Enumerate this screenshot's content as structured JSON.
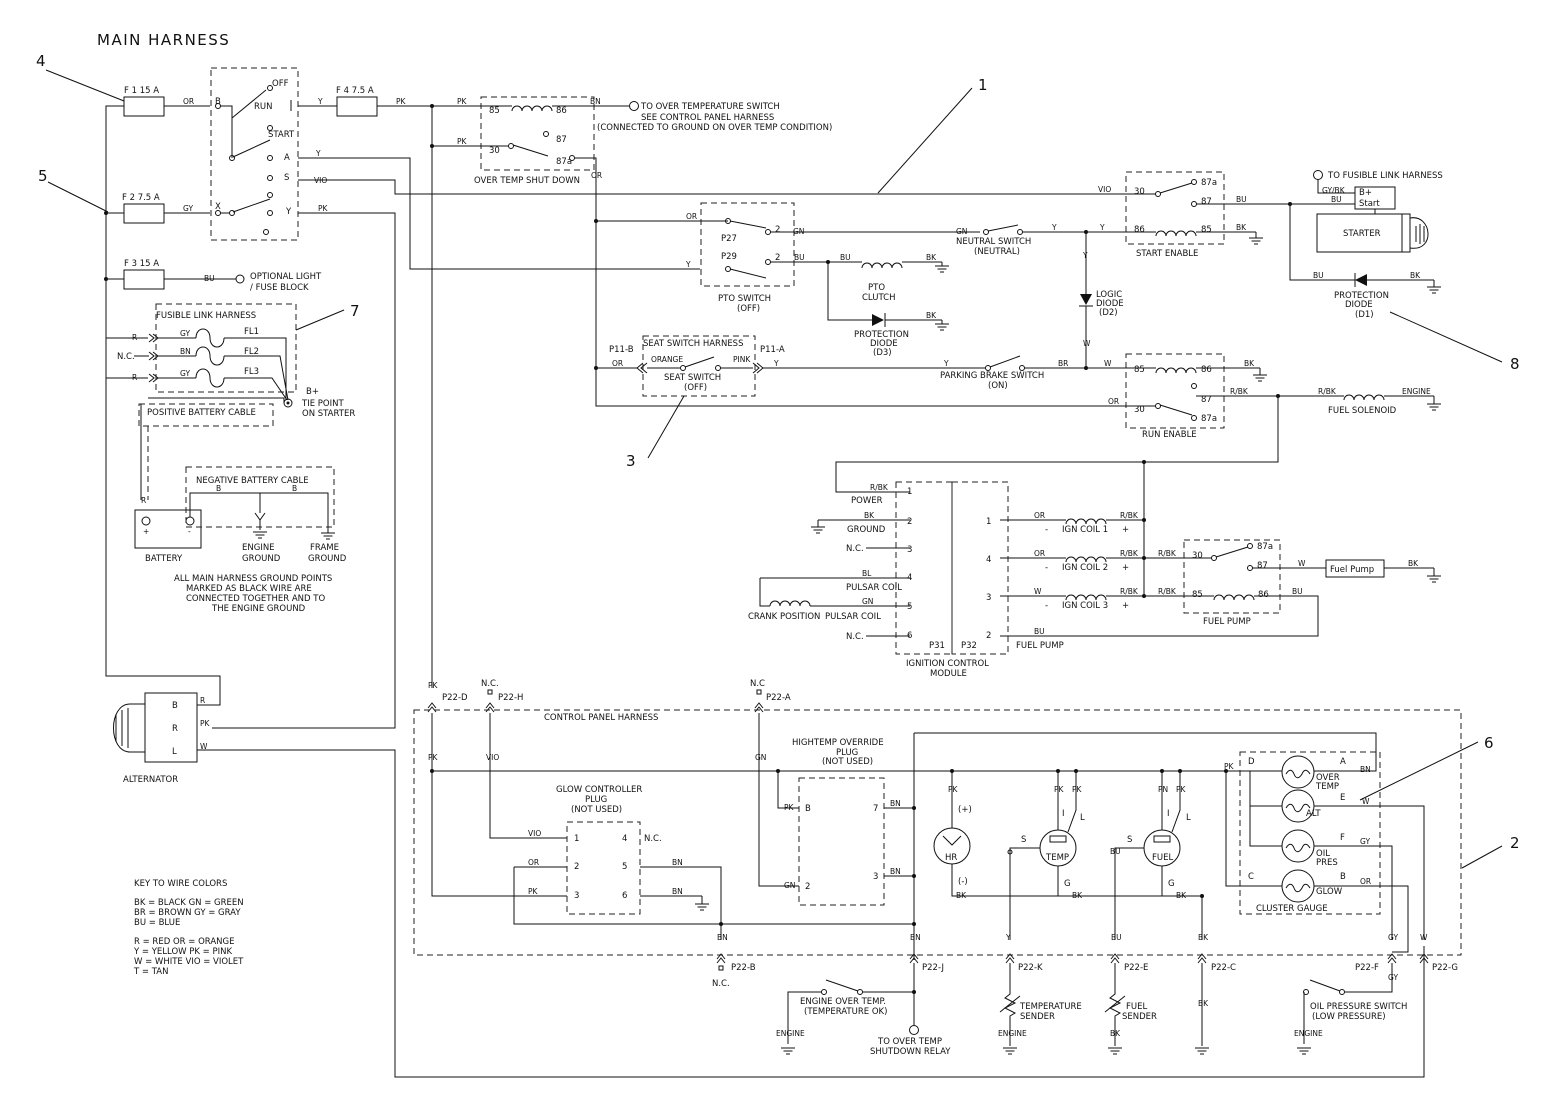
{
  "title": "MAIN HARNESS",
  "callouts": [
    "1",
    "2",
    "3",
    "4",
    "5",
    "6",
    "7",
    "8"
  ],
  "fuses": {
    "f1": "F 1   15 A",
    "f2": "F 2   7.5 A",
    "f3": "F 3   15 A",
    "f4": "F 4   7.5 A"
  },
  "ignition_switch": {
    "off": "OFF",
    "run": "RUN",
    "start": "START",
    "b": "B",
    "x": "X",
    "a": "A",
    "s": "S",
    "y": "Y"
  },
  "over_temp": {
    "to_switch": "TO OVER TEMPERATURE SWITCH",
    "see_cp": "SEE CONTROL PANEL HARNESS",
    "connected": "(CONNECTED TO GROUND ON OVER TEMP CONDITION)",
    "title": "OVER TEMP SHUT DOWN"
  },
  "relay_pins": {
    "p85": "85",
    "p86": "86",
    "p87": "87",
    "p87a": "87a",
    "p30": "30"
  },
  "to_fusible": "TO FUSIBLE LINK HARNESS",
  "starter": {
    "b_plus": "B+",
    "start": "Start",
    "label": "STARTER"
  },
  "start_enable": "START ENABLE",
  "pto": {
    "p27": "P27",
    "p29": "P29",
    "pin2a": "2",
    "pin2b": "2",
    "switch": "PTO SWITCH",
    "off": "(OFF)",
    "clutch1": "PTO",
    "clutch2": "CLUTCH",
    "diode1": "PROTECTION",
    "diode2": "DIODE",
    "diode3": "(D3)"
  },
  "neutral": {
    "line1": "NEUTRAL SWITCH",
    "line2": "(NEUTRAL)"
  },
  "logic_diode": {
    "l1": "LOGIC",
    "l2": "DIODE",
    "l3": "(D2)"
  },
  "prot_diode_d1": {
    "l1": "PROTECTION",
    "l2": "DIODE",
    "l3": "(D1)"
  },
  "optional": {
    "l1": "OPTIONAL LIGHT",
    "l2": "/ FUSE BLOCK"
  },
  "fusible_link": {
    "title": "FUSIBLE LINK HARNESS",
    "fl1": "FL1",
    "fl2": "FL2",
    "fl3": "FL3",
    "nc": "N.C.",
    "bplus": "B+",
    "tie1": "TIE POINT",
    "tie2": "ON STARTER"
  },
  "seat": {
    "harness": "SEAT SWITCH HARNESS",
    "p11b": "P11-B",
    "p11a": "P11-A",
    "orange": "ORANGE",
    "pink": "PINK",
    "switch": "SEAT SWITCH",
    "off": "(OFF)"
  },
  "parking": {
    "l1": "PARKING BRAKE SWITCH",
    "l2": "(ON)"
  },
  "run_enable": "RUN ENABLE",
  "fuel_solenoid": "FUEL SOLENOID",
  "battery": {
    "pos_cable": "POSITIVE BATTERY CABLE",
    "neg_cable": "NEGATIVE  BATTERY CABLE",
    "label": "BATTERY",
    "eng1": "ENGINE",
    "eng2": "GROUND",
    "frm1": "FRAME",
    "frm2": "GROUND",
    "plus": "+",
    "minus": "-"
  },
  "ground_note": [
    "ALL MAIN HARNESS GROUND POINTS",
    "MARKED AS BLACK WIRE ARE",
    "CONNECTED TOGETHER AND TO",
    "THE ENGINE GROUND"
  ],
  "icm": {
    "power": "POWER",
    "ground": "GROUND",
    "nc1": "N.C.",
    "pulsar1": "PULSAR COIL",
    "crank": "CRANK POSITION",
    "pulsar2": "PULSAR COIL",
    "nc2": "N.C.",
    "p31": "P31",
    "p32": "P32",
    "title1": "IGNITION CONTROL",
    "title2": "MODULE",
    "fuel_pump": "FUEL PUMP",
    "coil1": "IGN COIL 1",
    "coil2": "IGN COIL 2",
    "coil3": "IGN COIL 3",
    "minus": "-",
    "plus": "+"
  },
  "icm_pins": {
    "l1": "1",
    "l2": "2",
    "l3": "3",
    "l4": "4",
    "l5": "5",
    "l6": "6",
    "r1": "1",
    "r4": "4",
    "r3": "3",
    "r2": "2"
  },
  "fuel_pump_relay": "FUEL PUMP",
  "fuel_pump_box": "Fuel Pump",
  "alternator": {
    "label": "ALTERNATOR",
    "b": "B",
    "r": "R",
    "l": "L"
  },
  "cp": {
    "title": "CONTROL PANEL HARNESS",
    "p22d": "P22-D",
    "p22h": "P22-H",
    "p22a": "P22-A",
    "nc_h": "N.C.",
    "nc_a": "N.C",
    "p22b": "P22-B",
    "p22j": "P22-J",
    "p22k": "P22-K",
    "p22e": "P22-E",
    "p22c": "P22-C",
    "p22f": "P22-F",
    "p22g": "P22-G",
    "nc_b": "N.C.",
    "glow1": "GLOW CONTROLLER",
    "glow2": "PLUG",
    "glow3": "(NOT USED)",
    "g1": "1",
    "g2": "2",
    "g3": "3",
    "g4": "4",
    "g5": "5",
    "g6": "6",
    "g4nc": "N.C.",
    "ht1": "HIGHTEMP OVERRIDE",
    "ht2": "PLUG",
    "ht3": "(NOT USED)",
    "htb": "B",
    "ht2p": "2",
    "ht7": "7",
    "ht3p": "3",
    "hr": "HR",
    "hr_plus": "(+)",
    "hr_minus": "(-)",
    "temp": "TEMP",
    "fuel": "FUEL",
    "s": "S",
    "i": "I",
    "l": "L",
    "g": "G",
    "cluster": "CLUSTER GAUGE",
    "over1": "OVER",
    "over2": "TEMP",
    "alt": "ALT",
    "oil1": "OIL",
    "oil2": "PRES",
    "glow": "GLOW",
    "cd": "D",
    "ca": "A",
    "ce": "E",
    "cf": "F",
    "cc": "C",
    "cb": "B"
  },
  "bottom": {
    "eot1": "ENGINE OVER TEMP.",
    "eot2": "(TEMPERATURE OK)",
    "to_relay1": "TO OVER TEMP",
    "to_relay2": "SHUTDOWN RELAY",
    "ts1": "TEMPERATURE",
    "ts2": "SENDER",
    "fs1": "FUEL",
    "fs2": "SENDER",
    "op1": "OIL PRESSURE SWITCH",
    "op2": "(LOW PRESSURE)",
    "engine": "ENGINE"
  },
  "key": {
    "title": "KEY TO WIRE COLORS",
    "lines": [
      "BK = BLACK     GN = GREEN",
      "BR = BROWN    GY = GRAY",
      "BU = BLUE",
      "R = RED         OR = ORANGE",
      "Y = YELLOW   PK = PINK",
      "W = WHITE     VIO = VIOLET",
      "T = TAN"
    ]
  },
  "wire_codes": {
    "or": "OR",
    "pk": "PK",
    "bn": "BN",
    "y": "Y",
    "vio": "VIO",
    "gy": "GY",
    "bu": "BU",
    "bk": "BK",
    "gn": "GN",
    "r": "R",
    "w": "W",
    "br": "BR",
    "rbk": "R/BK",
    "bl": "BL",
    "pn": "PN",
    "engine": "ENGINE",
    "gybk": "GY/BK"
  }
}
